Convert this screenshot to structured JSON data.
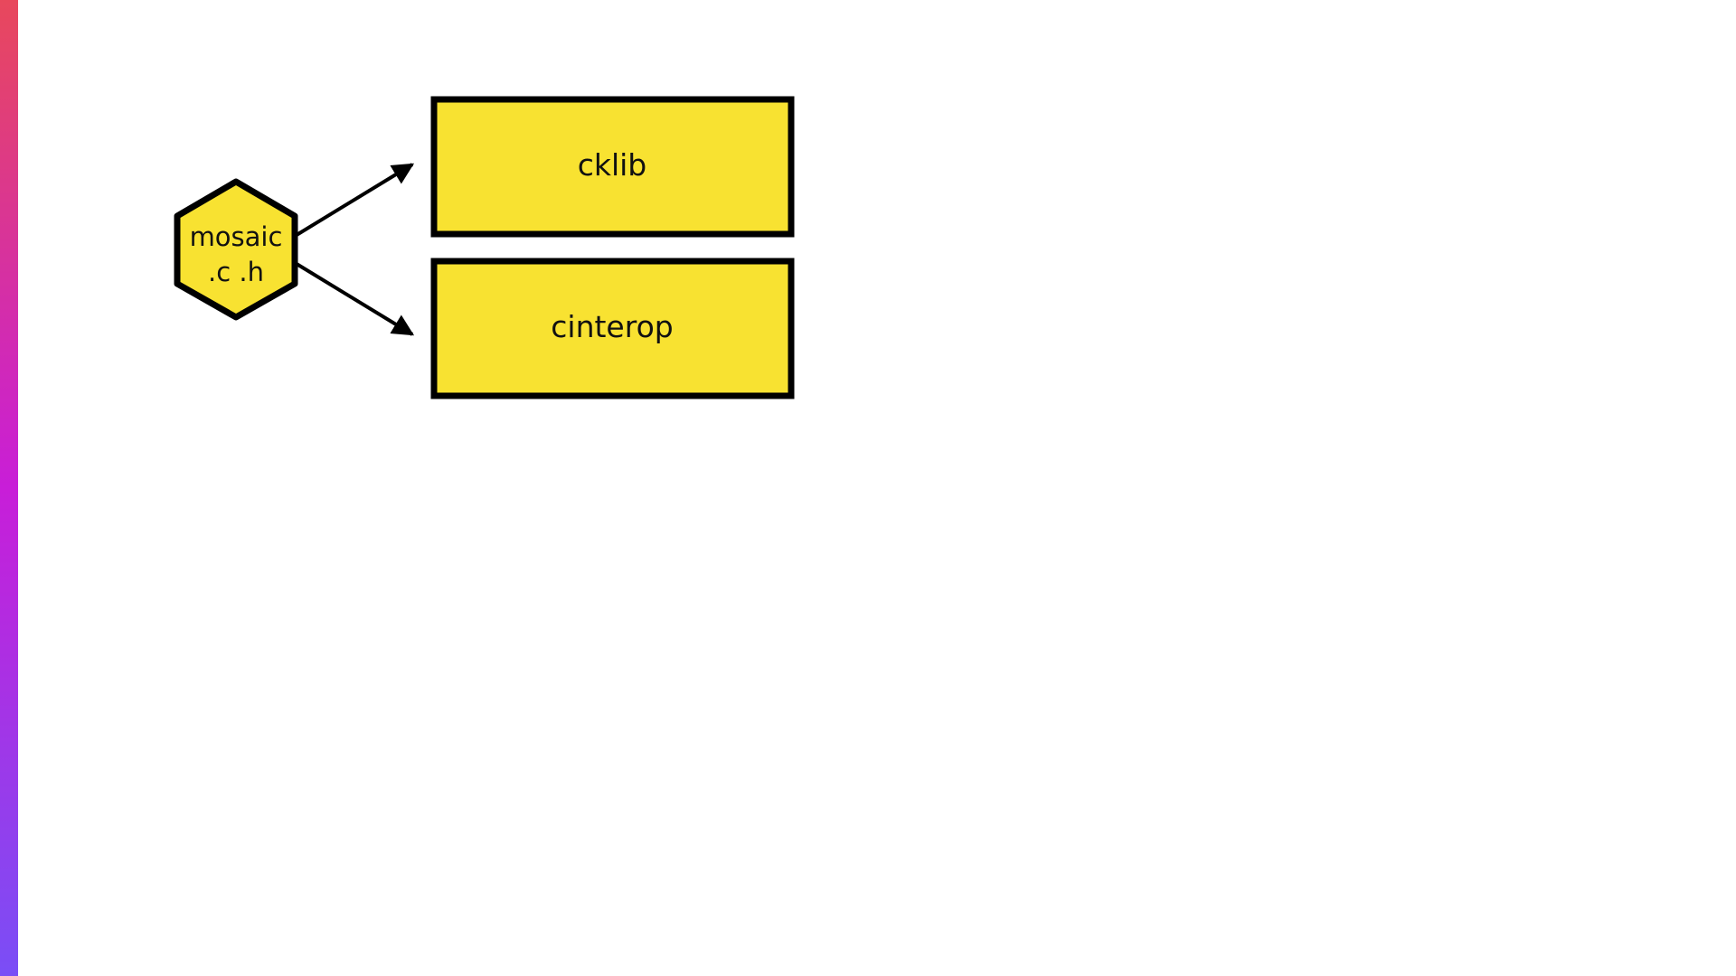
{
  "diagram": {
    "source_node": {
      "line1": "mosaic",
      "line2": ".c .h"
    },
    "targets": [
      {
        "label": "cklib"
      },
      {
        "label": "cinterop"
      }
    ],
    "colors": {
      "node_fill": "#f8e231",
      "node_stroke": "#000000",
      "arrow": "#000000",
      "accent_top": "#e8485c",
      "accent_mid": "#c81ed8",
      "accent_bottom": "#7a4ef6"
    }
  }
}
